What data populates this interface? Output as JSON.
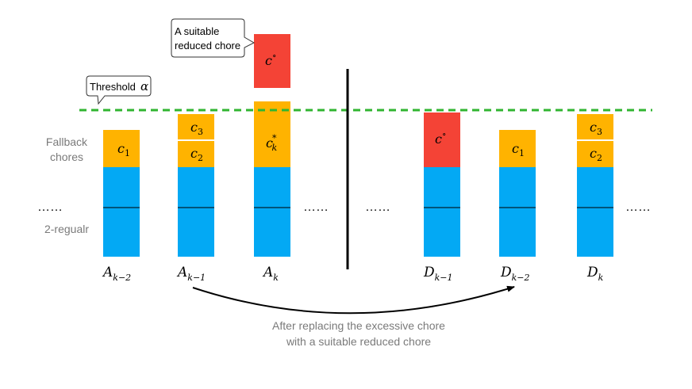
{
  "labels": {
    "fallback_line1": "Fallback",
    "fallback_line2": "chores",
    "regular": "2-regualr",
    "threshold_text": "Threshold",
    "threshold_symbol": "α",
    "callout_line1": "A suitable",
    "callout_line2": "reduced chore",
    "bottom_line1": "After replacing the excessive chore",
    "bottom_line2": "with a suitable reduced chore",
    "ellipsis": "……"
  },
  "chores": {
    "c1": "c",
    "c1_sub": "1",
    "c2": "c",
    "c2_sub": "2",
    "c3": "c",
    "c3_sub": "3",
    "ck": "c",
    "ck_sub": "k",
    "ck_sup": "*",
    "co": "c",
    "co_sup": "∘"
  },
  "agents": {
    "A_km2": {
      "base": "A",
      "sub": "k−2"
    },
    "A_km1": {
      "base": "A",
      "sub": "k−1"
    },
    "A_k": {
      "base": "A",
      "sub": "k"
    },
    "D_km1": {
      "base": "D",
      "sub": "k−1"
    },
    "D_km2": {
      "base": "D",
      "sub": "k−2"
    },
    "D_k": {
      "base": "D",
      "sub": "k"
    }
  },
  "colors": {
    "blue": "#03A9F4",
    "orange": "#FFB300",
    "red": "#F44336",
    "threshold": "#31B531"
  }
}
